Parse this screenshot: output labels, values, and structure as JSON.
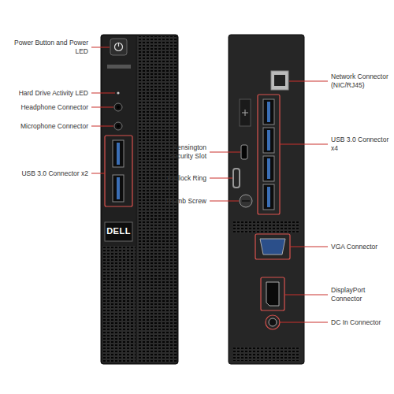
{
  "diagram": {
    "labels": [
      "Power Button and Power LED",
      "Hard Drive Activity LED",
      "Headphone Connector",
      "Microphone Connector",
      "USB 3.0 Connector x2",
      "Kensington Security Slot",
      "Padlock Ring",
      "Thumb Screw",
      "Network Connector (NIC/RJ45)",
      "USB 3.0 Connector x4",
      "VGA Connector",
      "DisplayPort Connector",
      "DC In Connector",
      "DELL"
    ]
  }
}
